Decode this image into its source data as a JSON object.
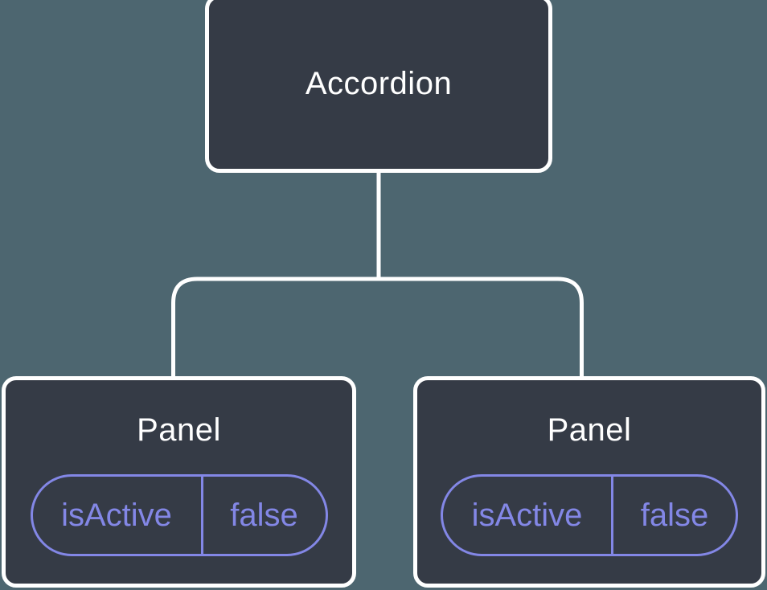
{
  "diagram": {
    "colors": {
      "background": "#4d6670",
      "node_fill": "#353b46",
      "line": "#ffffff",
      "text": "#ffffff",
      "accent": "#8387e6"
    },
    "root": {
      "label": "Accordion"
    },
    "panels": [
      {
        "title": "Panel",
        "prop": {
          "name": "isActive",
          "value": "false"
        }
      },
      {
        "title": "Panel",
        "prop": {
          "name": "isActive",
          "value": "false"
        }
      }
    ]
  }
}
